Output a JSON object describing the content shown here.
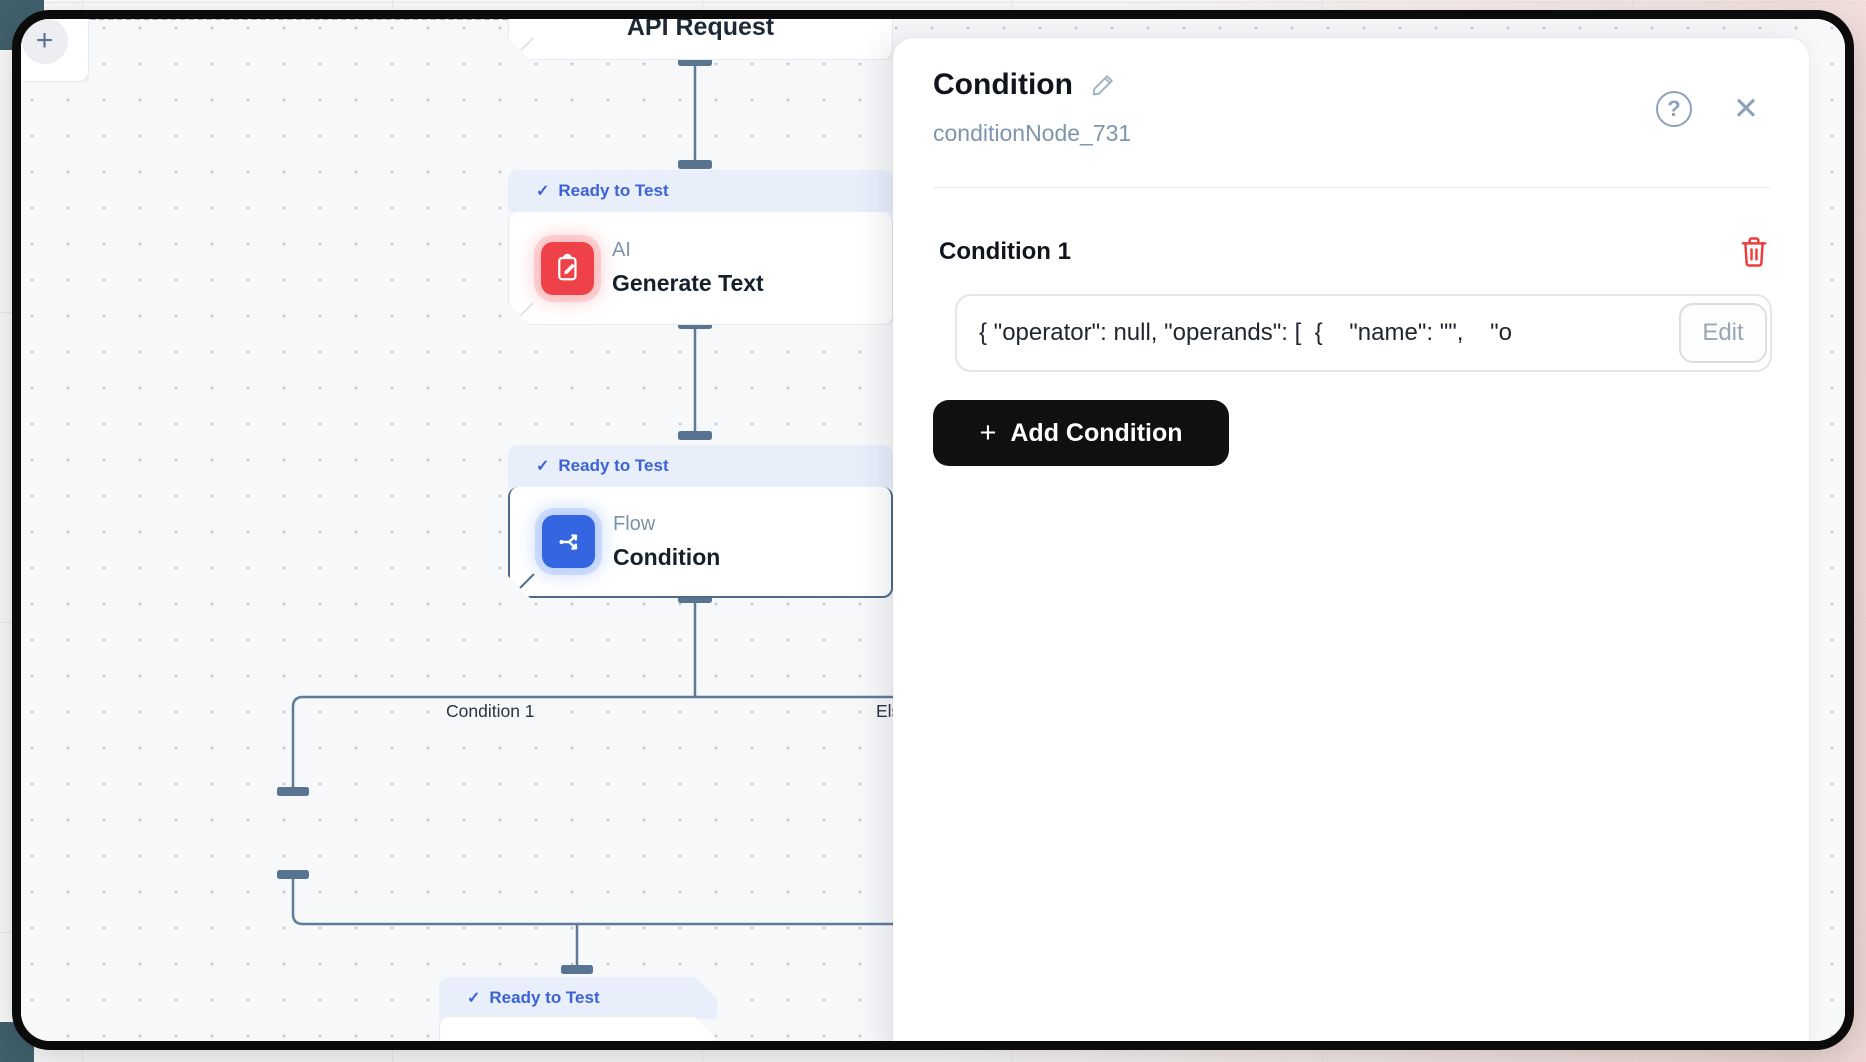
{
  "canvas": {
    "nodes": {
      "api": {
        "title": "API Request"
      },
      "generate": {
        "status": "Ready to Test",
        "category": "AI",
        "title": "Generate Text"
      },
      "condition": {
        "status": "Ready to Test",
        "category": "Flow",
        "title": "Condition"
      },
      "merge": {
        "status": "Ready to Test"
      }
    },
    "branch_labels": {
      "left": "Condition 1",
      "right": "Else"
    },
    "add_node_label": "+"
  },
  "panel": {
    "title": "Condition",
    "node_id": "conditionNode_731",
    "help_icon": "?",
    "close_icon": "✕",
    "condition": {
      "title": "Condition 1",
      "value": "{ \"operator\": null, \"operands\": [  {    \"name\": \"\",    \"o",
      "edit_label": "Edit"
    },
    "add_icon": "+",
    "add_condition_label": "Add Condition"
  },
  "icons": {
    "check": "✓"
  },
  "colors": {
    "status_blue": "#3c63d6",
    "status_bg": "#e9eefb",
    "ai_icon_red": "#ee4248",
    "flow_icon_blue": "#3366e0",
    "danger_red": "#ef3b3b",
    "connector_slate": "#5e7b97",
    "button_dark": "#101010"
  }
}
